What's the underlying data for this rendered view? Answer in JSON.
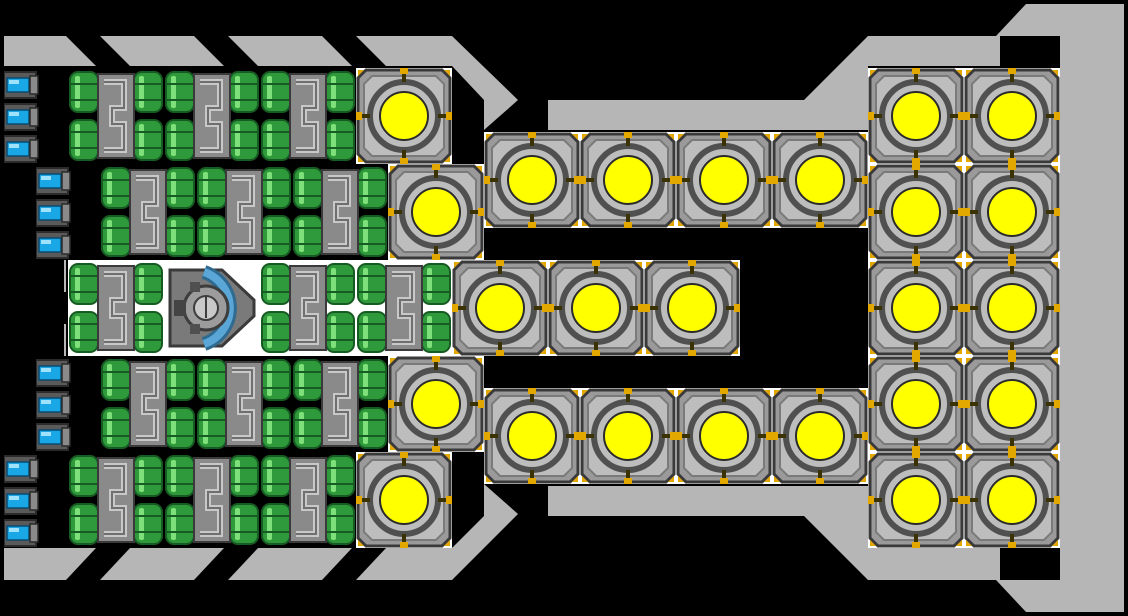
{
  "scene": {
    "description_free": true,
    "colors": {
      "background": "#000000",
      "hull": "#b6b6b6",
      "hull_dark": "#8f8f8f",
      "tank_green": "#2f9a3c",
      "tank_highlight": "#7ee07a",
      "tank_dark": "#165c22",
      "pipe": "#6f6f6f",
      "reactor_core": "#ffff00",
      "reactor_plate": "#9a9a9a",
      "reactor_ring": "#505050",
      "connector": "#e2a800",
      "engine_glow": "#1aa7e6",
      "cockpit_glass": "#5aa6d6"
    },
    "modules": {
      "reactor": {
        "icon": "reactor-core-icon",
        "count": 24
      },
      "fuel_tank": {
        "icon": "fuel-tank-icon",
        "count": 15
      },
      "thruster": {
        "icon": "thruster-icon",
        "count": 12
      },
      "cockpit": {
        "icon": "cockpit-icon",
        "count": 1
      }
    }
  }
}
